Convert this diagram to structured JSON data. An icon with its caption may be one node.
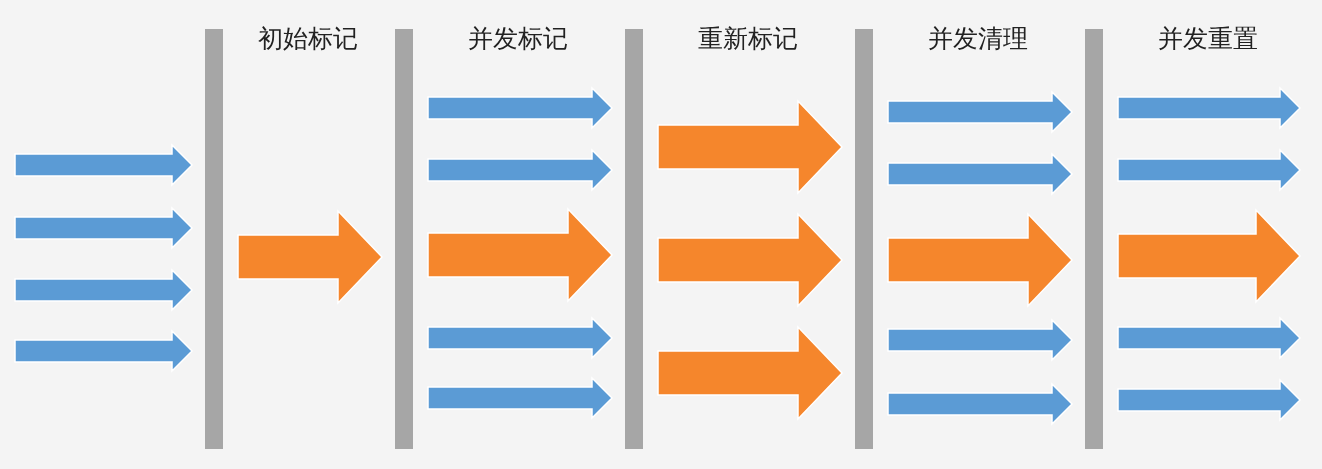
{
  "diagram": {
    "nodes": [
      {
        "text": [],
        "shape": "bar"
      },
      {
        "text": [],
        "shape": "bar"
      },
      {
        "text": [],
        "shape": "bar"
      },
      {
        "text": [],
        "shape": "bar"
      },
      {
        "text": [],
        "shape": "bar"
      }
    ],
    "edges": [
      {
        "from": null,
        "to": 0,
        "arrow": "to"
      },
      {
        "from": null,
        "to": 0,
        "arrow": "to"
      },
      {
        "from": null,
        "to": 0,
        "arrow": "to"
      },
      {
        "from": null,
        "to": 0,
        "arrow": "to"
      },
      {
        "from": 0,
        "to": 1,
        "arrow": "to",
        "style": "thick",
        "color": "#f5862c"
      },
      {
        "from": 1,
        "to": 2,
        "arrow": "to"
      },
      {
        "from": 1,
        "to": 2,
        "arrow": "to"
      },
      {
        "from": 1,
        "to": 2,
        "arrow": "to",
        "style": "thick",
        "color": "#f5862c"
      },
      {
        "from": 1,
        "to": 2,
        "arrow": "to"
      },
      {
        "from": 1,
        "to": 2,
        "arrow": "to"
      },
      {
        "from": 2,
        "to": 3,
        "arrow": "to",
        "style": "thick",
        "color": "#f5862c"
      },
      {
        "from": 2,
        "to": 3,
        "arrow": "to",
        "style": "thick",
        "color": "#f5862c"
      },
      {
        "from": 2,
        "to": 3,
        "arrow": "to",
        "style": "thick",
        "color": "#f5862c"
      },
      {
        "from": 3,
        "to": 4,
        "arrow": "to"
      },
      {
        "from": 3,
        "to": 4,
        "arrow": "to"
      },
      {
        "from": 3,
        "to": 4,
        "arrow": "to",
        "style": "thick",
        "color": "#f5862c"
      },
      {
        "from": 3,
        "to": 4,
        "arrow": "to"
      },
      {
        "from": 3,
        "to": 4,
        "arrow": "to"
      },
      {
        "from": 4,
        "to": null,
        "arrow": "to"
      },
      {
        "from": 4,
        "to": null,
        "arrow": "to"
      },
      {
        "from": 4,
        "to": null,
        "arrow": "to",
        "style": "thick",
        "color": "#f5862c"
      },
      {
        "from": 4,
        "to": null,
        "arrow": "to"
      },
      {
        "from": 4,
        "to": null,
        "arrow": "to"
      }
    ],
    "labels": [
      "初始标记",
      "并发标记",
      "重新标记",
      "并发清理",
      "并发重置"
    ]
  }
}
